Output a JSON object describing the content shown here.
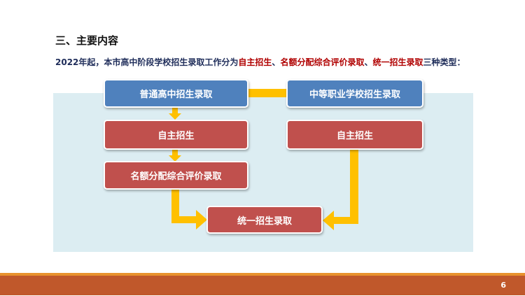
{
  "heading": "三、主要内容",
  "subtitle": {
    "prefix": "2022年起，本市高中阶段学校招生录取工作分为",
    "t1": "自主招生",
    "sep1": "、",
    "t2": "名额分配综合评价录取",
    "sep2": "、",
    "t3": "统一招生录取",
    "suffix": "三种类型："
  },
  "diagram": {
    "general": "普通高中招生录取",
    "vocational": "中等职业学校招生录取",
    "general_self": "自主招生",
    "vocational_self": "自主招生",
    "quota": "名额分配综合评价录取",
    "unified": "统一招生录取"
  },
  "colors": {
    "blue": "#4f81bd",
    "red": "#c0504d",
    "arrow": "#ffc000",
    "footer": "#c0582b"
  },
  "page_number": "6"
}
